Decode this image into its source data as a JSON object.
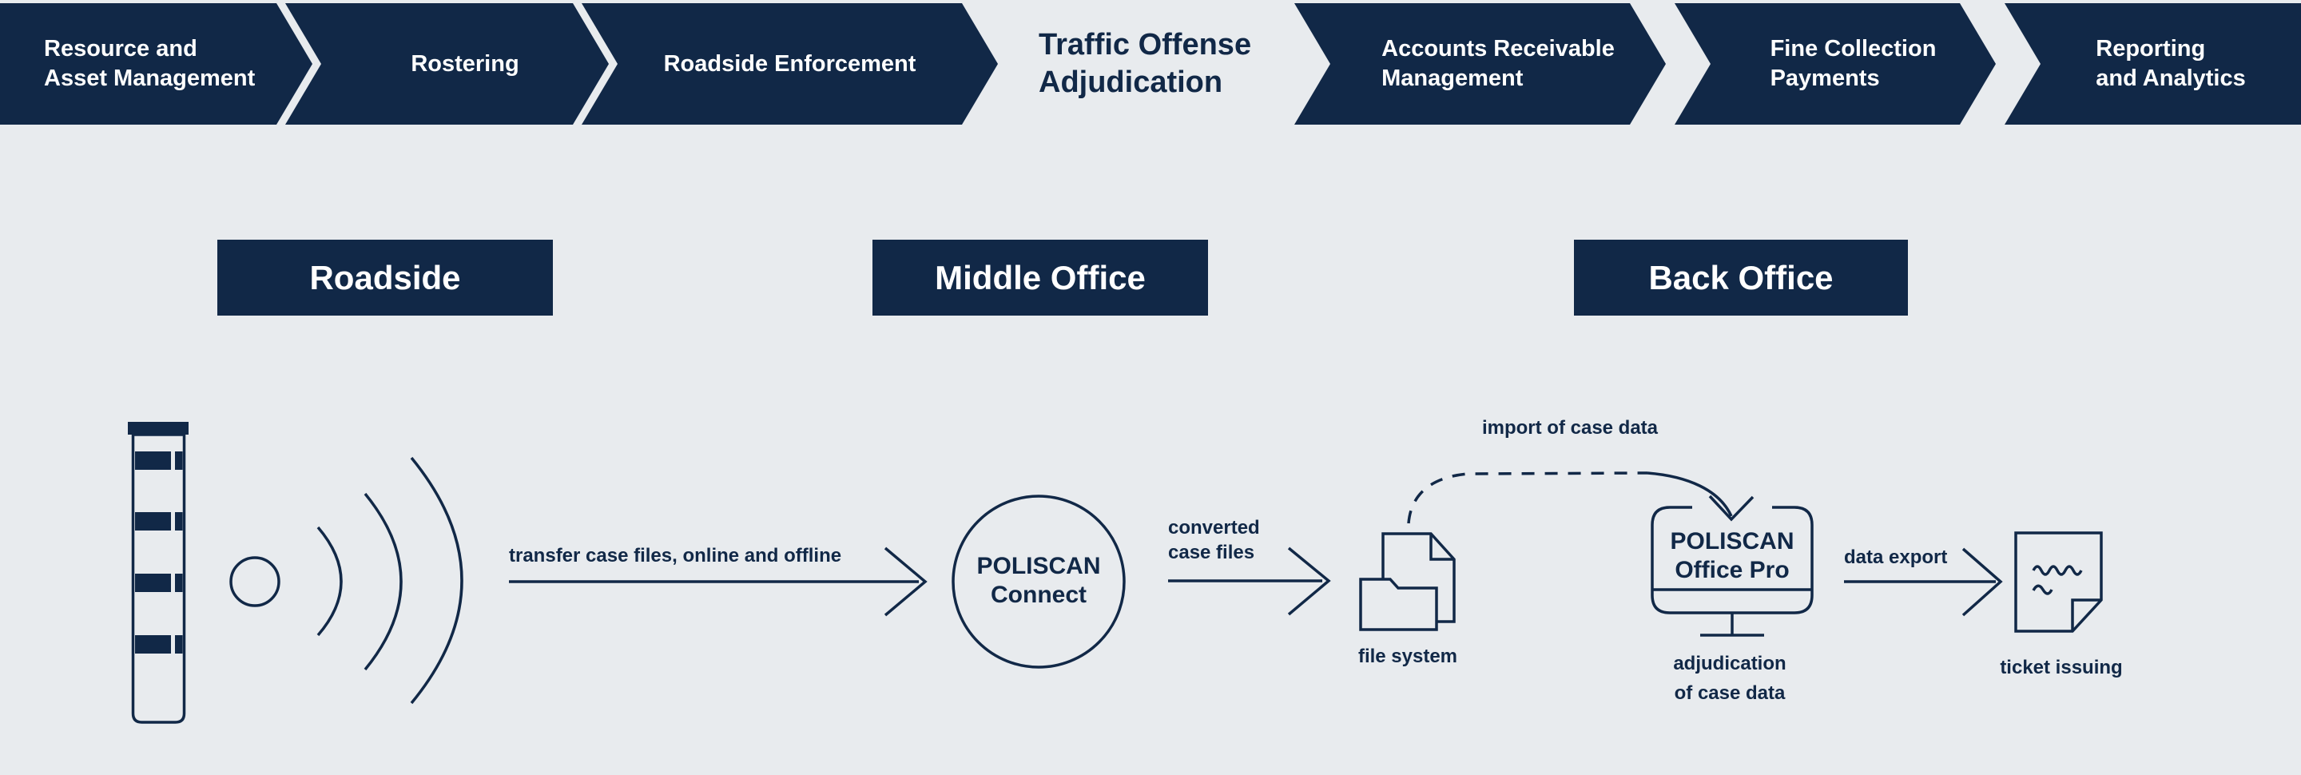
{
  "process_bar": {
    "stages": [
      {
        "label": "Resource and\nAsset Management",
        "active": false
      },
      {
        "label": "Rostering",
        "active": false
      },
      {
        "label": "Roadside Enforcement",
        "active": false
      },
      {
        "label": "Traffic Offense\nAdjudication",
        "active": true
      },
      {
        "label": "Accounts Receivable\nManagement",
        "active": false
      },
      {
        "label": "Fine Collection\nPayments",
        "active": false
      },
      {
        "label": "Reporting\nand Analytics",
        "active": false
      }
    ]
  },
  "sections": {
    "roadside": "Roadside",
    "middle_office": "Middle Office",
    "back_office": "Back Office"
  },
  "flow": {
    "transfer_label": "transfer case files, online and offline",
    "connect_title": "POLISCAN\nConnect",
    "converted_label": "converted\ncase files",
    "file_system_label": "file system",
    "import_label": "import of case data",
    "office_pro_title": "POLISCAN\nOffice Pro",
    "adjudication_label": "adjudication\nof case data",
    "data_export_label": "data export",
    "ticket_label": "ticket issuing"
  },
  "icons": {
    "camera_pillar": "speed-camera-pillar-icon",
    "radar_waves": "radar-waves-icon",
    "connect_circle": "poliscan-connect-circle",
    "file_system": "file-system-icon",
    "monitor": "office-pro-monitor-icon",
    "ticket": "ticket-document-icon"
  },
  "colors": {
    "navy": "#112847",
    "background": "#e8ebee",
    "text_on_navy": "#ffffff"
  }
}
